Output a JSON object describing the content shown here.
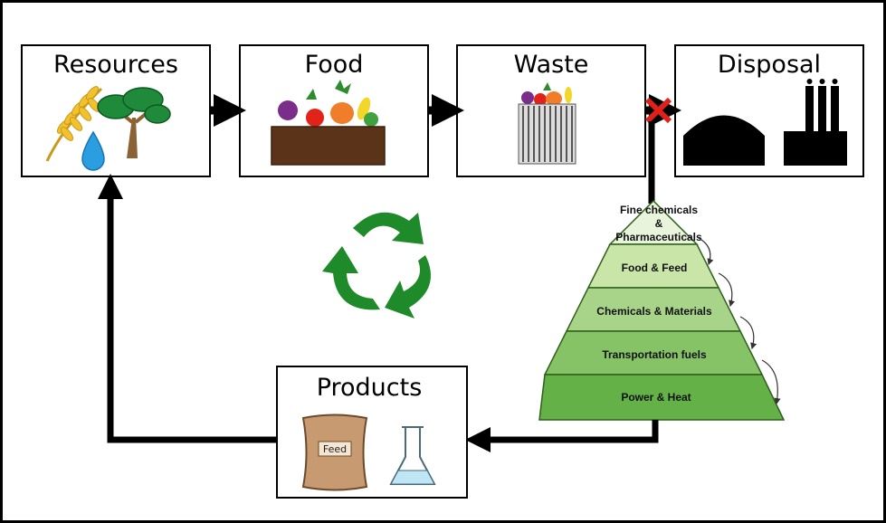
{
  "boxes": {
    "resources": "Resources",
    "food": "Food",
    "waste": "Waste",
    "disposal": "Disposal",
    "products": "Products"
  },
  "pyramid": {
    "tiers": [
      "Fine chemicals",
      "&",
      "Pharmaceuticals",
      "Food & Feed",
      "Chemicals & Materials",
      "Transportation fuels",
      "Power & Heat"
    ]
  },
  "product_items": {
    "feed_bag_label": "Feed"
  },
  "icons": [
    "wheat-icon",
    "tree-icon",
    "water-drop-icon",
    "vegetable-crate-icon",
    "waste-bin-icon",
    "blocked-x-icon",
    "landfill-icon",
    "factory-icon",
    "recycle-icon",
    "feed-bag-icon",
    "flask-icon"
  ],
  "colors": {
    "recycle_green": "#1f8a2a",
    "tier_light": "#d8ecc0",
    "tier_mid": "#a8d48a",
    "tier_dark": "#64b147",
    "blocked_red": "#e0201b"
  }
}
